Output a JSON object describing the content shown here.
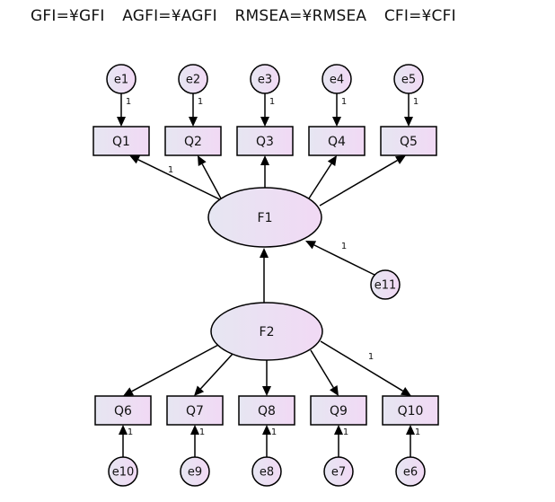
{
  "fit_indices": [
    "GFI=¥GFI",
    "AGFI=¥AGFI",
    "RMSEA=¥RMSEA",
    "CFI=¥CFI"
  ],
  "latents": [
    {
      "id": "F1",
      "label": "F1"
    },
    {
      "id": "F2",
      "label": "F2"
    }
  ],
  "observed": [
    {
      "id": "Q1",
      "label": "Q1"
    },
    {
      "id": "Q2",
      "label": "Q2"
    },
    {
      "id": "Q3",
      "label": "Q3"
    },
    {
      "id": "Q4",
      "label": "Q4"
    },
    {
      "id": "Q5",
      "label": "Q5"
    },
    {
      "id": "Q6",
      "label": "Q6"
    },
    {
      "id": "Q7",
      "label": "Q7"
    },
    {
      "id": "Q8",
      "label": "Q8"
    },
    {
      "id": "Q9",
      "label": "Q9"
    },
    {
      "id": "Q10",
      "label": "Q10"
    }
  ],
  "errors": [
    {
      "id": "e1",
      "label": "e1"
    },
    {
      "id": "e2",
      "label": "e2"
    },
    {
      "id": "e3",
      "label": "e3"
    },
    {
      "id": "e4",
      "label": "e4"
    },
    {
      "id": "e5",
      "label": "e5"
    },
    {
      "id": "e10",
      "label": "e10"
    },
    {
      "id": "e9",
      "label": "e9"
    },
    {
      "id": "e8",
      "label": "e8"
    },
    {
      "id": "e7",
      "label": "e7"
    },
    {
      "id": "e6",
      "label": "e6"
    },
    {
      "id": "e11",
      "label": "e11"
    }
  ],
  "paths": [
    {
      "from": "e1",
      "to": "Q1",
      "weight": "1"
    },
    {
      "from": "e2",
      "to": "Q2",
      "weight": "1"
    },
    {
      "from": "e3",
      "to": "Q3",
      "weight": "1"
    },
    {
      "from": "e4",
      "to": "Q4",
      "weight": "1"
    },
    {
      "from": "e5",
      "to": "Q5",
      "weight": "1"
    },
    {
      "from": "F1",
      "to": "Q1",
      "weight": "1"
    },
    {
      "from": "F1",
      "to": "Q2",
      "weight": ""
    },
    {
      "from": "F1",
      "to": "Q3",
      "weight": ""
    },
    {
      "from": "F1",
      "to": "Q4",
      "weight": ""
    },
    {
      "from": "F1",
      "to": "Q5",
      "weight": ""
    },
    {
      "from": "e11",
      "to": "F1",
      "weight": "1"
    },
    {
      "from": "F2",
      "to": "F1",
      "weight": ""
    },
    {
      "from": "F2",
      "to": "Q6",
      "weight": ""
    },
    {
      "from": "F2",
      "to": "Q7",
      "weight": ""
    },
    {
      "from": "F2",
      "to": "Q8",
      "weight": ""
    },
    {
      "from": "F2",
      "to": "Q9",
      "weight": ""
    },
    {
      "from": "F2",
      "to": "Q10",
      "weight": "1"
    },
    {
      "from": "e10",
      "to": "Q6",
      "weight": "1"
    },
    {
      "from": "e9",
      "to": "Q7",
      "weight": "1"
    },
    {
      "from": "e8",
      "to": "Q8",
      "weight": "1"
    },
    {
      "from": "e7",
      "to": "Q9",
      "weight": "1"
    },
    {
      "from": "e6",
      "to": "Q10",
      "weight": "1"
    }
  ],
  "colors": {
    "stroke": "#000000",
    "fill_light": "#e6e6f2",
    "fill_pink": "#f1d9f4"
  }
}
